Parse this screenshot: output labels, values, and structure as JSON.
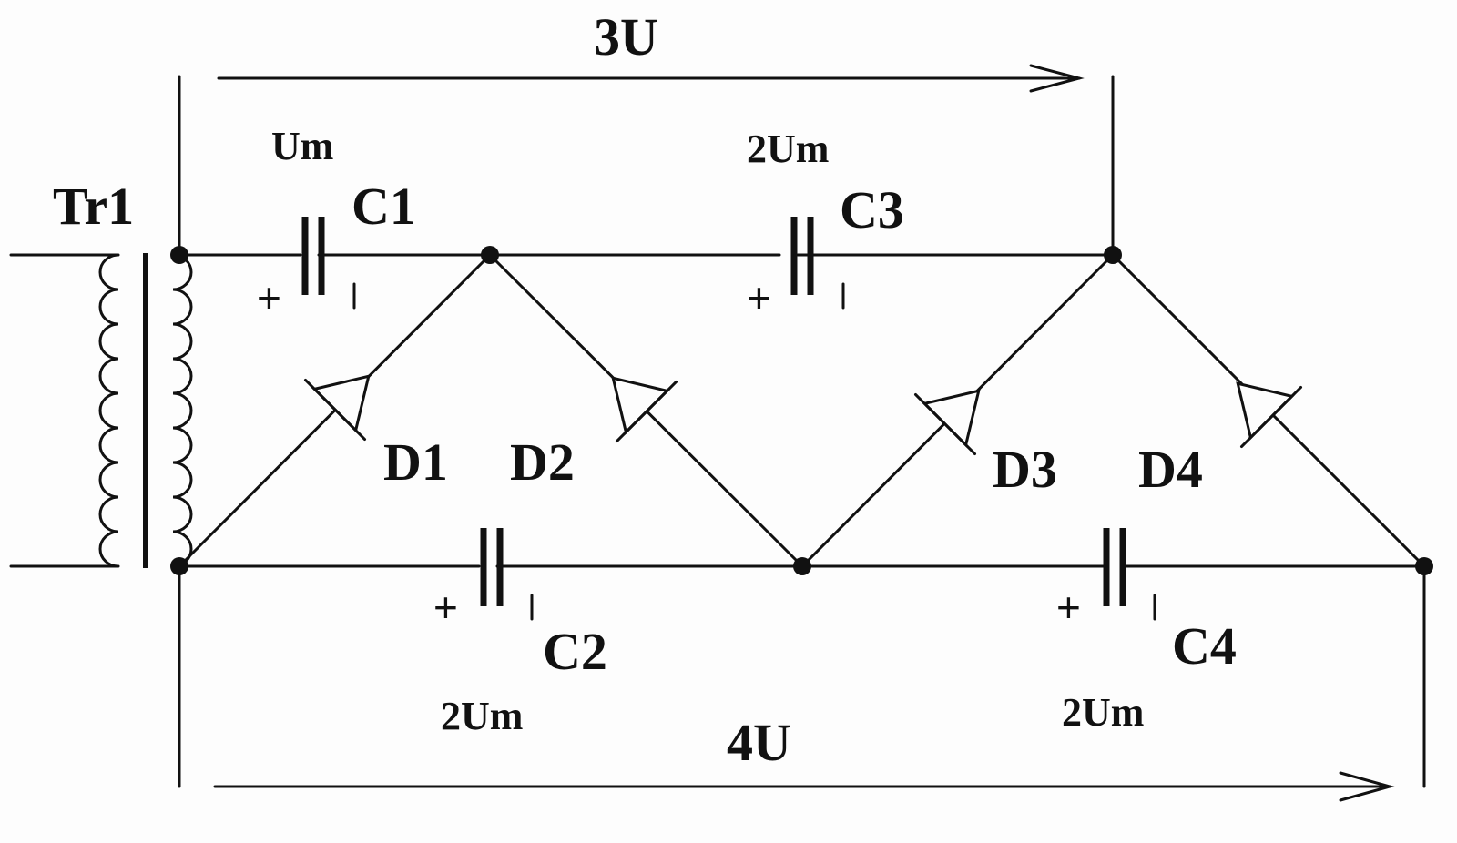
{
  "labels": {
    "transformer": "Tr1",
    "c1": "C1",
    "c2": "C2",
    "c3": "C3",
    "c4": "C4",
    "d1": "D1",
    "d2": "D2",
    "d3": "D3",
    "d4": "D4",
    "v_c1": "Um",
    "v_c3": "2Um",
    "v_c2": "2Um",
    "v_c4": "2Um",
    "top_output": "3U",
    "bottom_output": "4U",
    "plus": "+",
    "minus": "|"
  },
  "colors": {
    "ink": "#111111",
    "background": "#fdfdfd"
  }
}
